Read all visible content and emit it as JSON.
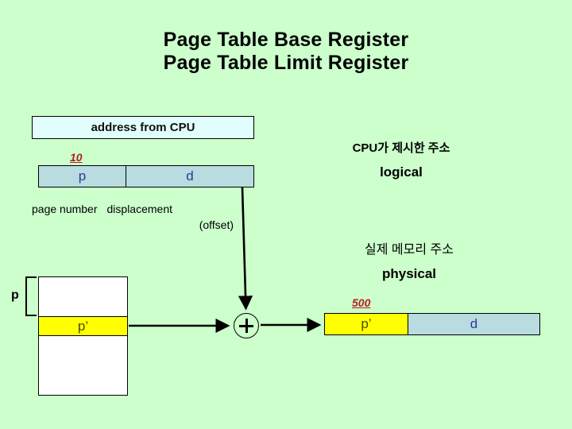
{
  "slide": {
    "title_lines": [
      "Page Table Base Register",
      "Page Table Limit Register"
    ],
    "background_color": "#CCFFCC"
  },
  "cpu_box": {
    "label": "address from CPU",
    "fill_color": "#E2FDFD"
  },
  "logical_address": {
    "bit_tag": "10",
    "bit_tag_color": "#B32020",
    "page_field": "p",
    "offset_field": "d",
    "field_label_page": "page number",
    "field_label_displacement": "displacement",
    "field_label_offset": "(offset)",
    "fill_color": "#B8DCDF",
    "text_color": "#33339A"
  },
  "annotations": {
    "logical_korean": "CPU가 제시한 주소",
    "logical_english": "logical",
    "physical_korean": "실제 메모리 주소",
    "physical_english": "physical"
  },
  "page_table": {
    "index_label": "p",
    "entry_value": "p’",
    "highlight_color": "#FFFF00",
    "fill_color": "#FFFFFF"
  },
  "adder": {
    "symbol": "+"
  },
  "physical_address": {
    "frame_tag": "500",
    "frame_tag_color": "#B32020",
    "frame_field": "p’",
    "offset_field": "d",
    "frame_fill_color": "#FFFF00",
    "offset_fill_color": "#B8DCDF"
  }
}
